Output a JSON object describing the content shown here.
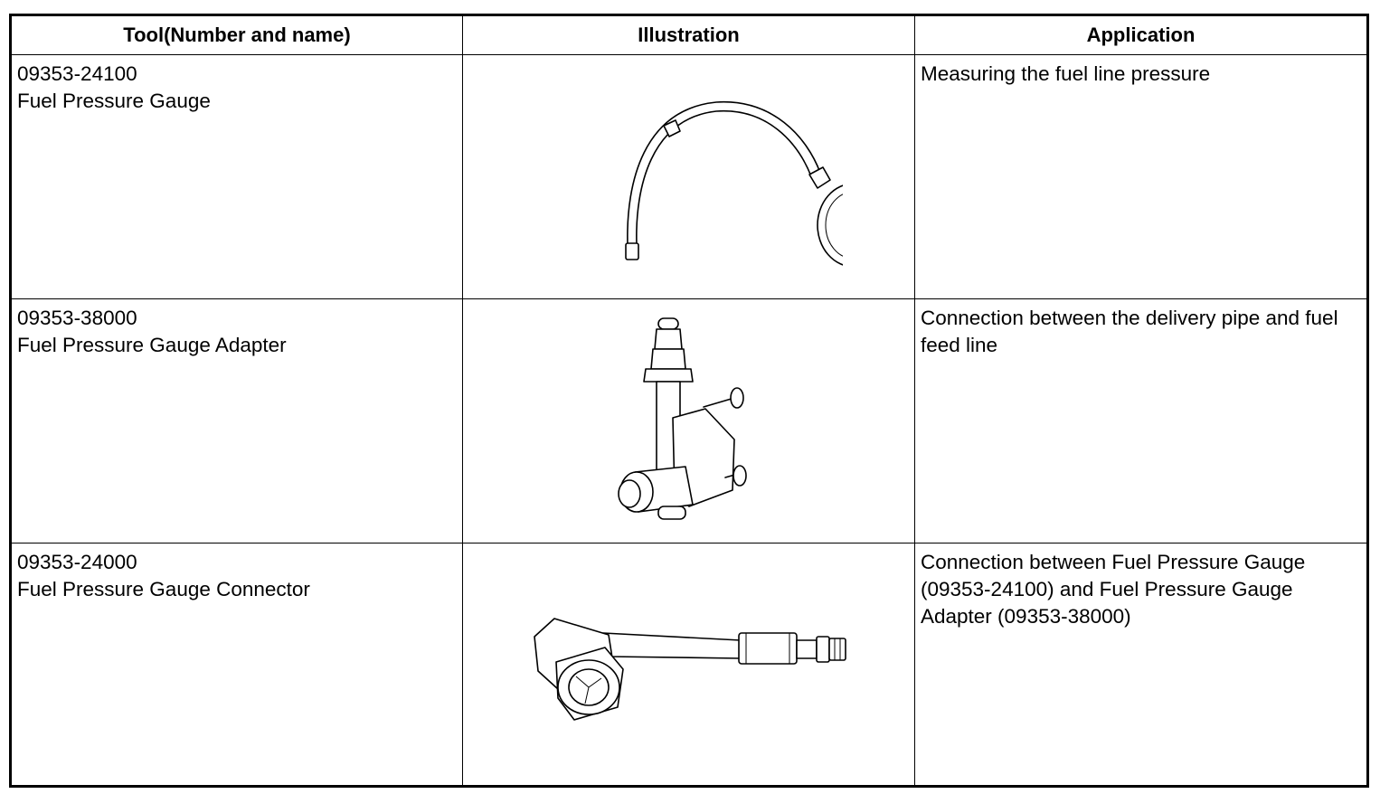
{
  "table": {
    "headers": {
      "tool": "Tool(Number and name)",
      "illustration": "Illustration",
      "application": "Application"
    },
    "rows": [
      {
        "number": "09353-24100",
        "name": "Fuel Pressure Gauge",
        "illustration_icon": "fuel-pressure-gauge-icon",
        "application": "Measuring the fuel line pressure"
      },
      {
        "number": "09353-38000",
        "name": "Fuel Pressure Gauge Adapter",
        "illustration_icon": "fuel-pressure-gauge-adapter-icon",
        "application": "Connection between the delivery pipe and fuel feed line"
      },
      {
        "number": "09353-24000",
        "name": "Fuel Pressure Gauge Connector",
        "illustration_icon": "fuel-pressure-gauge-connector-icon",
        "application": "Connection between Fuel Pressure Gauge (09353-24100) and Fuel Pressure Gauge Adapter (09353-38000)"
      }
    ]
  }
}
